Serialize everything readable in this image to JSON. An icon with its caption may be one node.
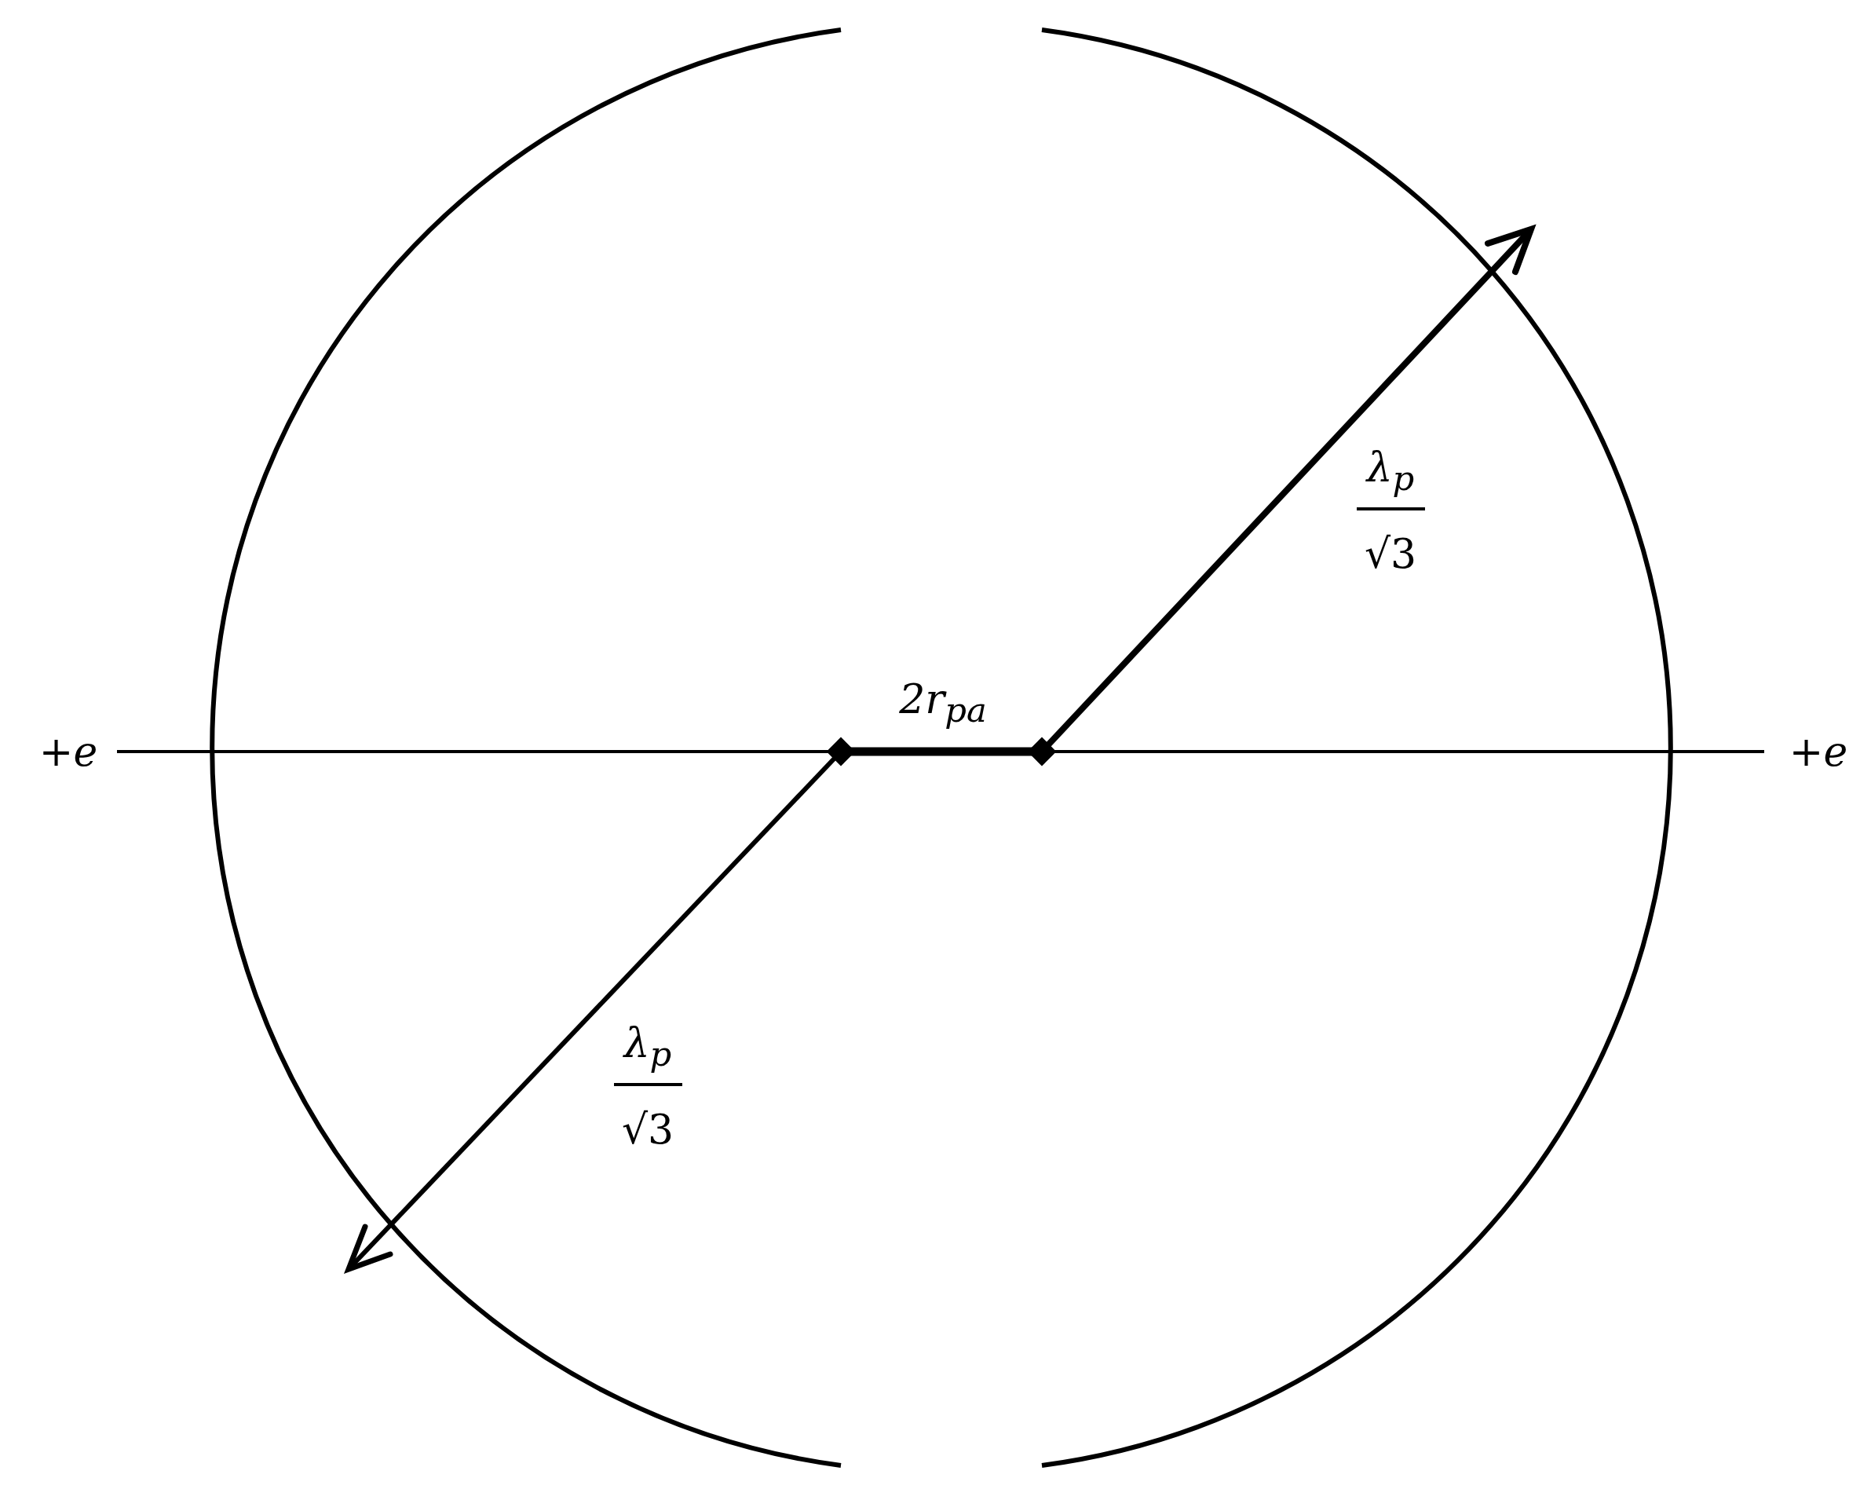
{
  "diagram": {
    "labels": [
      "λ$_{p}$",
      "√3",
      "2r$_{pa}$",
      "+e",
      "+e",
      "λ$_{p}$",
      "√3"
    ]
  }
}
